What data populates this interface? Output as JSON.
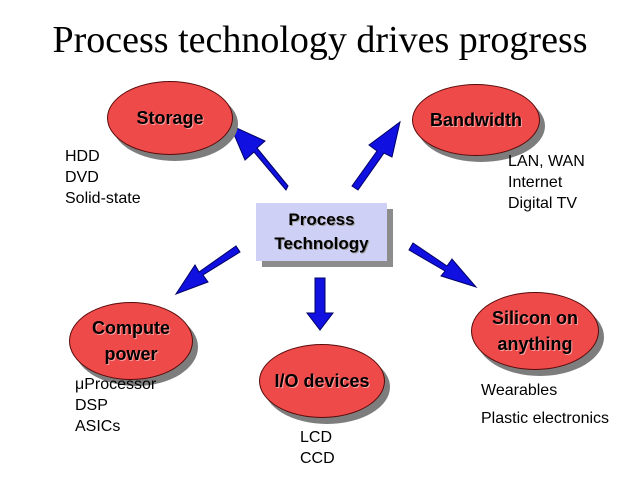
{
  "title": "Process technology drives progress",
  "center": {
    "line1": "Process",
    "line2": "Technology"
  },
  "nodes": {
    "storage": {
      "line1": "Storage",
      "items": [
        "HDD",
        "DVD",
        "Solid-state"
      ]
    },
    "bandwidth": {
      "line1": "Bandwidth",
      "items": [
        "LAN, WAN",
        "Internet",
        "Digital TV"
      ]
    },
    "compute": {
      "line1": "Compute",
      "line2": "power",
      "items": [
        "μProcessor",
        "DSP",
        "ASICs"
      ]
    },
    "io": {
      "line1": "I/O devices",
      "items": [
        "LCD",
        "CCD"
      ]
    },
    "silicon": {
      "line1": "Silicon on",
      "line2": "anything",
      "items": [
        "Wearables",
        "Plastic electronics"
      ]
    }
  },
  "colors": {
    "node_fill": "#ee4a4a",
    "center_fill": "#cfd0f5",
    "arrow": "#1010e0"
  }
}
